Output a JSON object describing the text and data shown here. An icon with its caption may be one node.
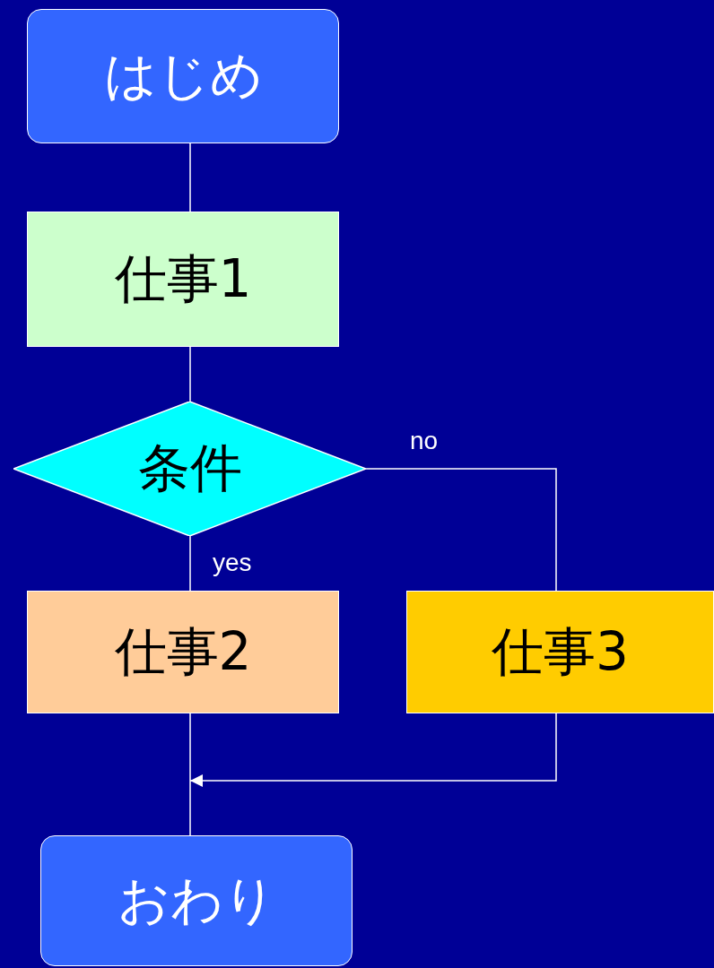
{
  "diagram": {
    "nodes": [
      {
        "text": [
          "はじめ"
        ]
      },
      {
        "text": [
          "仕事1"
        ]
      },
      {
        "text": [
          "条件"
        ]
      },
      {
        "text": [
          "仕事2"
        ]
      },
      {
        "text": [
          "仕事3"
        ]
      },
      {
        "text": [
          "おわり"
        ]
      }
    ],
    "edges": [
      {
        "from": 0,
        "to": 1,
        "arrow": "none"
      },
      {
        "from": 1,
        "to": 2,
        "arrow": "none"
      },
      {
        "from": 2,
        "to": 3,
        "arrow": "none",
        "label": "yes"
      },
      {
        "from": 2,
        "to": 4,
        "arrow": "none",
        "label": "no"
      },
      {
        "from": 3,
        "to": 5,
        "arrow": "none"
      },
      {
        "from": 4,
        "to": 5,
        "arrow": "to"
      }
    ]
  }
}
